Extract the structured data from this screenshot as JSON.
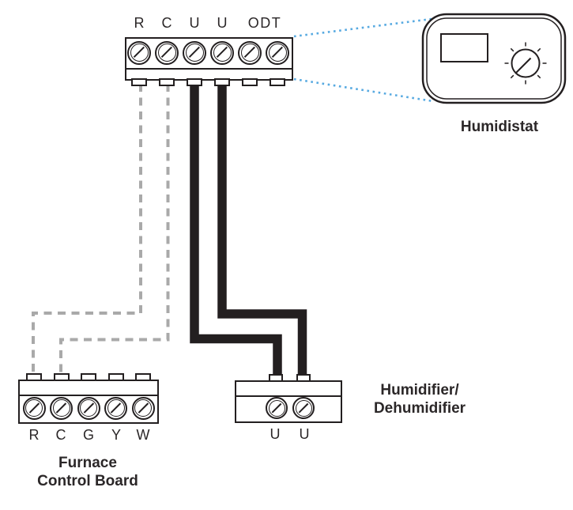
{
  "terminal_strip": {
    "labels": [
      "R",
      "C",
      "U",
      "U",
      "ODT"
    ]
  },
  "humidistat": {
    "caption": "Humidistat"
  },
  "furnace_board": {
    "labels": [
      "R",
      "C",
      "G",
      "Y",
      "W"
    ],
    "caption_line1": "Furnace",
    "caption_line2": "Control Board"
  },
  "humidifier": {
    "labels": [
      "U",
      "U"
    ],
    "caption_line1": "Humidifier/",
    "caption_line2": "Dehumidifier"
  },
  "wires": [
    {
      "id": "wire-r",
      "from": "terminal strip R",
      "to": "furnace board R",
      "style": "dashed",
      "color": "#a9a9a9"
    },
    {
      "id": "wire-c",
      "from": "terminal strip C",
      "to": "furnace board C",
      "style": "dashed",
      "color": "#a9a9a9"
    },
    {
      "id": "wire-u-left",
      "from": "terminal strip U (3rd)",
      "to": "humidifier U (left)",
      "style": "solid",
      "color": "#231f20"
    },
    {
      "id": "wire-u-right",
      "from": "terminal strip U (4th)",
      "to": "humidifier U (right)",
      "style": "solid",
      "color": "#231f20"
    }
  ],
  "callout": {
    "from": "terminal strip",
    "to": "Humidistat device",
    "style": "dotted",
    "color": "#58aae1"
  },
  "colors": {
    "outline": "#231f20",
    "wire_black": "#231f20",
    "wire_gray": "#a9a9a9",
    "callout_blue": "#58aae1",
    "text": "#2b2728"
  }
}
